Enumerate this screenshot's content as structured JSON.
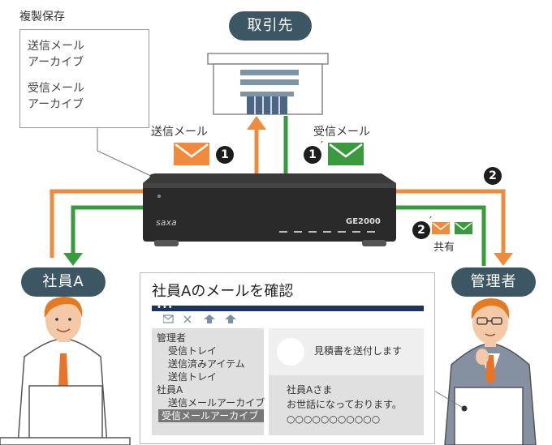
{
  "archive": {
    "title": "複製保存",
    "sent_label_1": "送信メール",
    "sent_label_2": "アーカイブ",
    "recv_label_1": "受信メール",
    "recv_label_2": "アーカイブ"
  },
  "nodes": {
    "partner": "取引先",
    "employee": "社員A",
    "manager": "管理者"
  },
  "labels": {
    "sent_mail": "送信メール",
    "recv_mail": "受信メール",
    "shared": "共有"
  },
  "steps": {
    "one": "1",
    "two": "2",
    "prime": "′"
  },
  "device": {
    "brand": "saxa",
    "model": "GE2000"
  },
  "screen": {
    "title": "社員Aのメールを確認",
    "dots": "•••",
    "tree": [
      "管理者",
      "受信トレイ",
      "送信済みアイテム",
      "送信トレイ",
      "社員A",
      "送信メールアーカイブ"
    ],
    "selected": "受信メールアーカイブ",
    "subject": "見積書を送付します",
    "body_line1": "社員Aさま",
    "body_line2": "お世話になっております。",
    "body_line3": "○○○○○○○○○○○"
  },
  "colors": {
    "orange": "#f08a3c",
    "green": "#3a9a3e",
    "navy": "#1c3461",
    "pill": "#3d5663"
  }
}
